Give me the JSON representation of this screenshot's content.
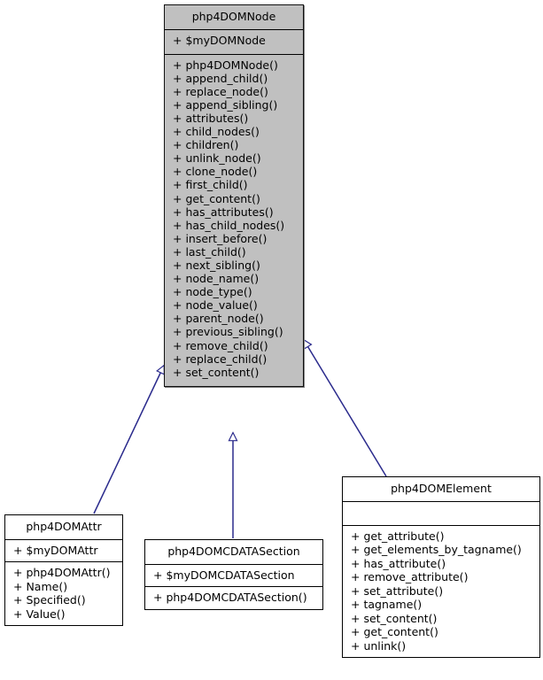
{
  "diagram": {
    "type": "uml-class-inheritance",
    "accent_line_color": "#2a2a8c",
    "base_fill_color": "#c0c0c0",
    "derived_fill_color": "#ffffff",
    "border_color": "#000000"
  },
  "classes": {
    "base": {
      "name": "php4DOMNode",
      "attributes": [
        "+ $myDOMNode"
      ],
      "methods": [
        "+ php4DOMNode()",
        "+ append_child()",
        "+ replace_node()",
        "+ append_sibling()",
        "+ attributes()",
        "+ child_nodes()",
        "+ children()",
        "+ unlink_node()",
        "+ clone_node()",
        "+ first_child()",
        "+ get_content()",
        "+ has_attributes()",
        "+ has_child_nodes()",
        "+ insert_before()",
        "+ last_child()",
        "+ next_sibling()",
        "+ node_name()",
        "+ node_type()",
        "+ node_value()",
        "+ parent_node()",
        "+ previous_sibling()",
        "+ remove_child()",
        "+ replace_child()",
        "+ set_content()"
      ]
    },
    "attr": {
      "name": "php4DOMAttr",
      "attributes": [
        "+ $myDOMAttr"
      ],
      "methods": [
        "+ php4DOMAttr()",
        "+ Name()",
        "+ Specified()",
        "+ Value()"
      ]
    },
    "cdata": {
      "name": "php4DOMCDATASection",
      "attributes": [
        "+ $myDOMCDATASection"
      ],
      "methods": [
        "+ php4DOMCDATASection()"
      ]
    },
    "element": {
      "name": "php4DOMElement",
      "attributes": [],
      "methods": [
        "+ get_attribute()",
        "+ get_elements_by_tagname()",
        "+ has_attribute()",
        "+ remove_attribute()",
        "+ set_attribute()",
        "+ tagname()",
        "+ set_content()",
        "+ get_content()",
        "+ unlink()"
      ]
    }
  },
  "relations": [
    {
      "name": "attr-inherits-node",
      "from": "php4DOMAttr",
      "to": "php4DOMNode",
      "kind": "generalization"
    },
    {
      "name": "cdata-inherits-node",
      "from": "php4DOMCDATASection",
      "to": "php4DOMNode",
      "kind": "generalization"
    },
    {
      "name": "element-inherits-node",
      "from": "php4DOMElement",
      "to": "php4DOMNode",
      "kind": "generalization"
    }
  ]
}
